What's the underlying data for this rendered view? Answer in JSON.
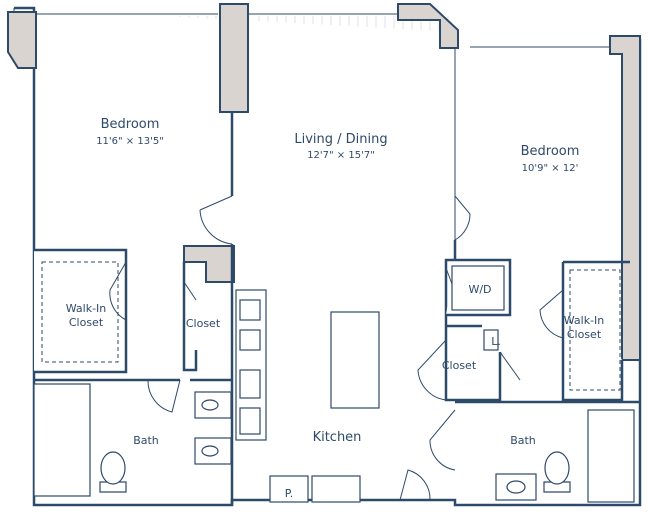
{
  "rooms": {
    "bedroom_left": {
      "name": "Bedroom",
      "dims": "11'6\" × 13'5\""
    },
    "living": {
      "name": "Living / Dining",
      "dims": "12'7\" × 15'7\""
    },
    "bedroom_right": {
      "name": "Bedroom",
      "dims": "10'9\" × 12'"
    },
    "walkin_left": {
      "name_line1": "Walk-In",
      "name_line2": "Closet"
    },
    "closet_left": {
      "name": "Closet"
    },
    "wd": {
      "name": "W/D"
    },
    "linen": {
      "name": "L."
    },
    "walkin_right": {
      "name_line1": "Walk-In",
      "name_line2": "Closet"
    },
    "closet_right": {
      "name": "Closet"
    },
    "bath_left": {
      "name": "Bath"
    },
    "kitchen": {
      "name": "Kitchen"
    },
    "bath_right": {
      "name": "Bath"
    },
    "pantry": {
      "name": "P."
    }
  },
  "colors": {
    "wall": "#2e4a6a",
    "column": "#d9d4d0",
    "floor_lines": "#d4dae2"
  }
}
